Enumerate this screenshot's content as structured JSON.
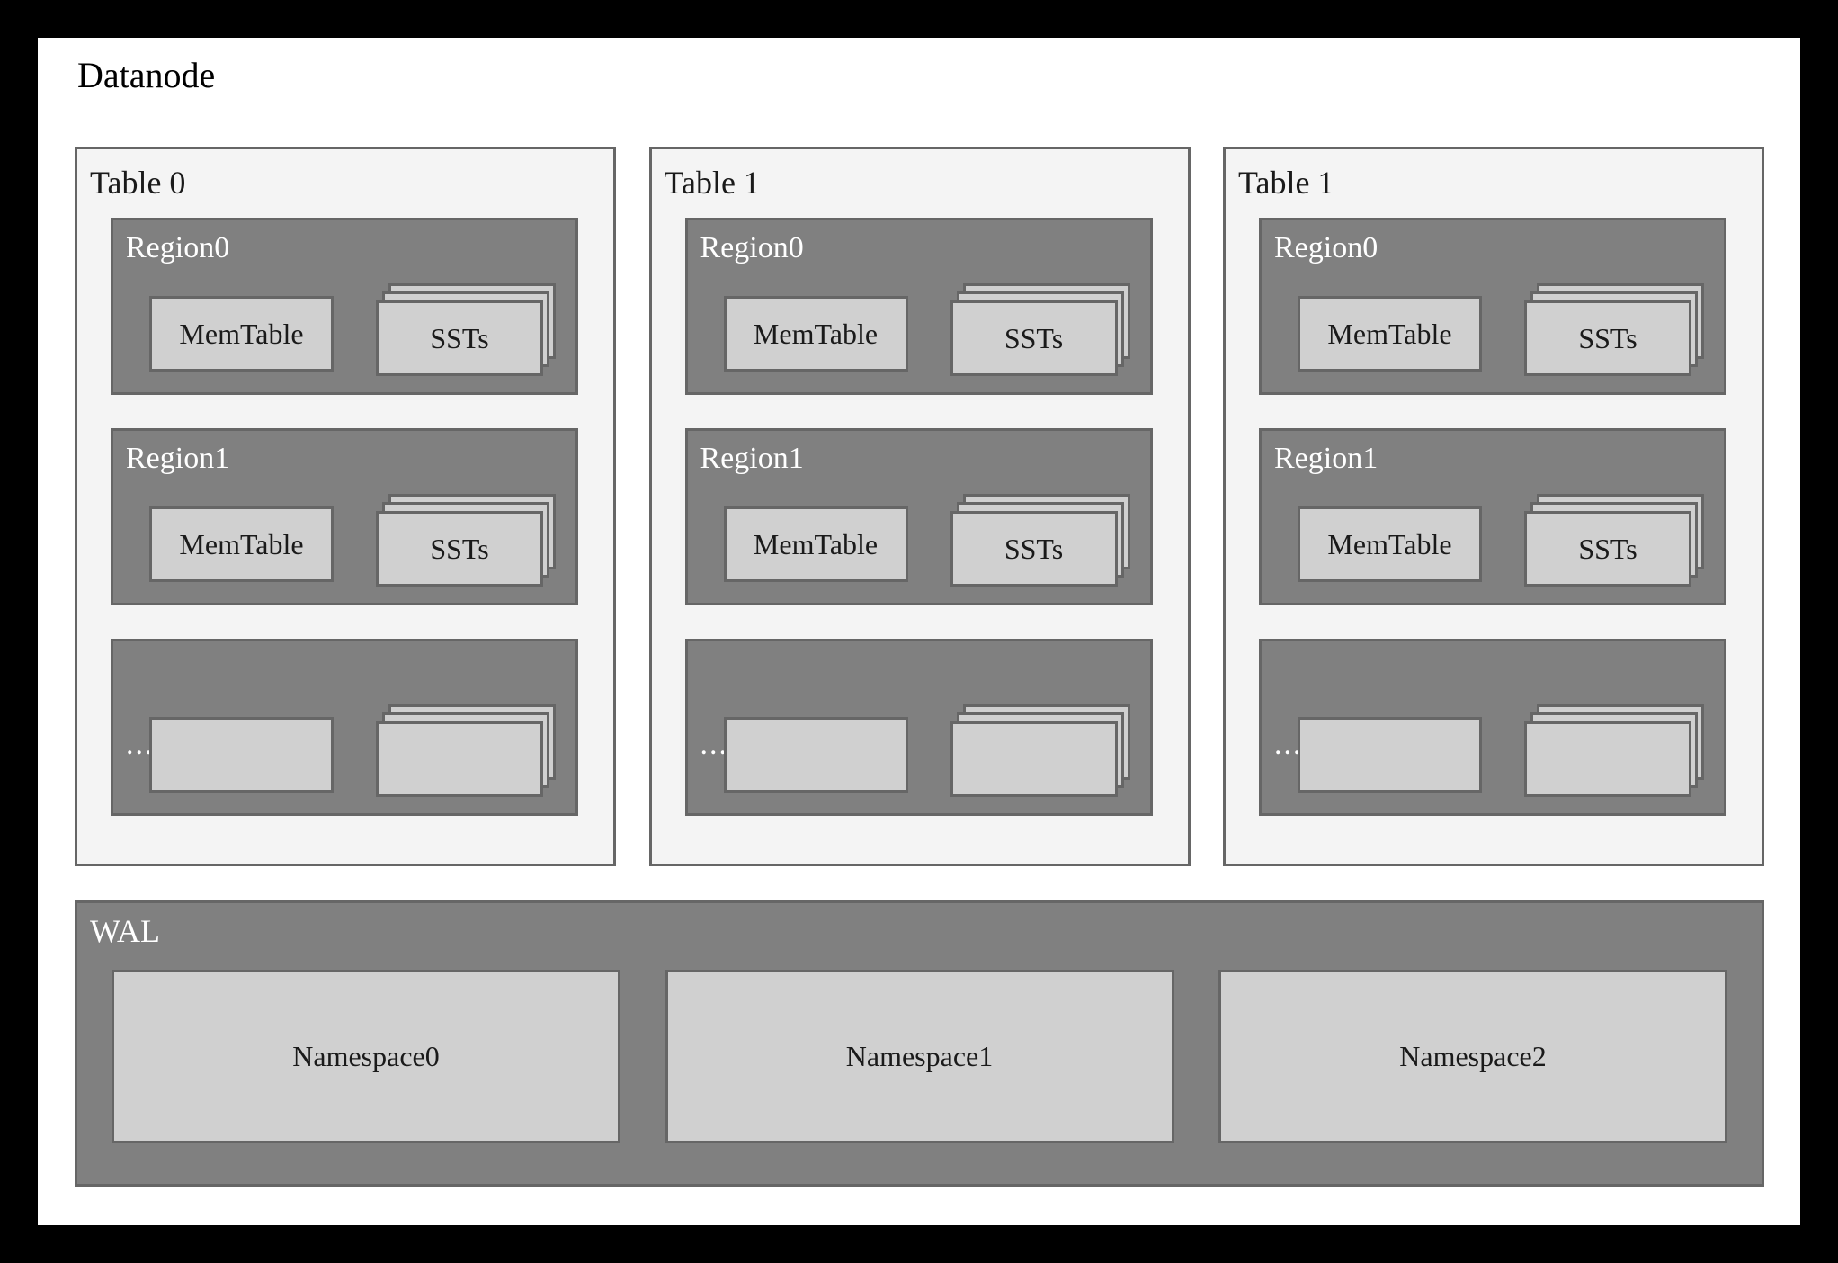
{
  "diagram": {
    "title": "Datanode",
    "colors": {
      "frame": "#000000",
      "canvas": "#ffffff",
      "panel_bg": "#f4f4f4",
      "panel_border": "#666666",
      "region_bg": "#808080",
      "card_bg": "#d0d0d0",
      "label_dark": "#1a1a1a",
      "label_light": "#ffffff"
    },
    "tables": [
      {
        "label": "Table 0",
        "regions": [
          {
            "label": "Region0",
            "memtable": "MemTable",
            "ssts": "SSTs",
            "stack_count": 3
          },
          {
            "label": "Region1",
            "memtable": "MemTable",
            "ssts": "SSTs",
            "stack_count": 3
          },
          {
            "label": "...",
            "memtable": "",
            "ssts": "",
            "stack_count": 3
          }
        ]
      },
      {
        "label": "Table 1",
        "regions": [
          {
            "label": "Region0",
            "memtable": "MemTable",
            "ssts": "SSTs",
            "stack_count": 3
          },
          {
            "label": "Region1",
            "memtable": "MemTable",
            "ssts": "SSTs",
            "stack_count": 3
          },
          {
            "label": "...",
            "memtable": "",
            "ssts": "",
            "stack_count": 3
          }
        ]
      },
      {
        "label": "Table 1",
        "regions": [
          {
            "label": "Region0",
            "memtable": "MemTable",
            "ssts": "SSTs",
            "stack_count": 3
          },
          {
            "label": "Region1",
            "memtable": "MemTable",
            "ssts": "SSTs",
            "stack_count": 3
          },
          {
            "label": "...",
            "memtable": "",
            "ssts": "",
            "stack_count": 3
          }
        ]
      }
    ],
    "wal": {
      "label": "WAL",
      "namespaces": [
        "Namespace0",
        "Namespace1",
        "Namespace2"
      ]
    }
  }
}
